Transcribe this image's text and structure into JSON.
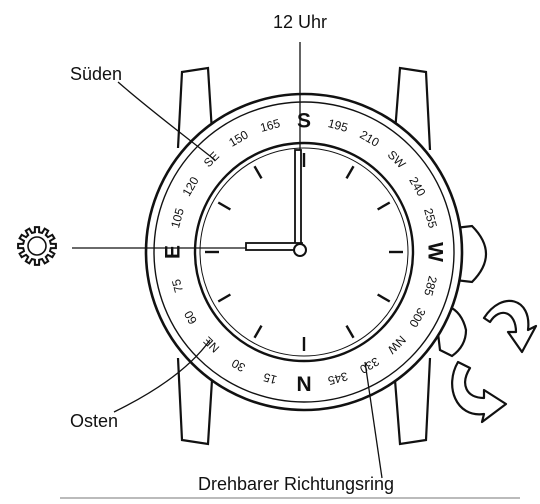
{
  "labels": {
    "twelve": "12 Uhr",
    "south": "Süden",
    "east": "Osten",
    "ring": "Drehbarer Richtungsring"
  },
  "bezel": {
    "cardinals": {
      "S": "S",
      "W": "W",
      "N": "N",
      "E": "E"
    },
    "marks": [
      {
        "text": "15",
        "deg": 15
      },
      {
        "text": "30",
        "deg": 30
      },
      {
        "text": "NE",
        "deg": 45
      },
      {
        "text": "60",
        "deg": 60
      },
      {
        "text": "75",
        "deg": 75
      },
      {
        "text": "105",
        "deg": 105
      },
      {
        "text": "120",
        "deg": 120
      },
      {
        "text": "SE",
        "deg": 135
      },
      {
        "text": "150",
        "deg": 150
      },
      {
        "text": "165",
        "deg": 165
      },
      {
        "text": "195",
        "deg": 195
      },
      {
        "text": "210",
        "deg": 210
      },
      {
        "text": "SW",
        "deg": 225
      },
      {
        "text": "240",
        "deg": 240
      },
      {
        "text": "255",
        "deg": 255
      },
      {
        "text": "285",
        "deg": 285
      },
      {
        "text": "300",
        "deg": 300
      },
      {
        "text": "NW",
        "deg": 315
      },
      {
        "text": "330",
        "deg": 330
      },
      {
        "text": "345",
        "deg": 345
      }
    ]
  },
  "icons": {
    "sun": "sun-icon",
    "rotate": "rotate-arrows-icon"
  }
}
